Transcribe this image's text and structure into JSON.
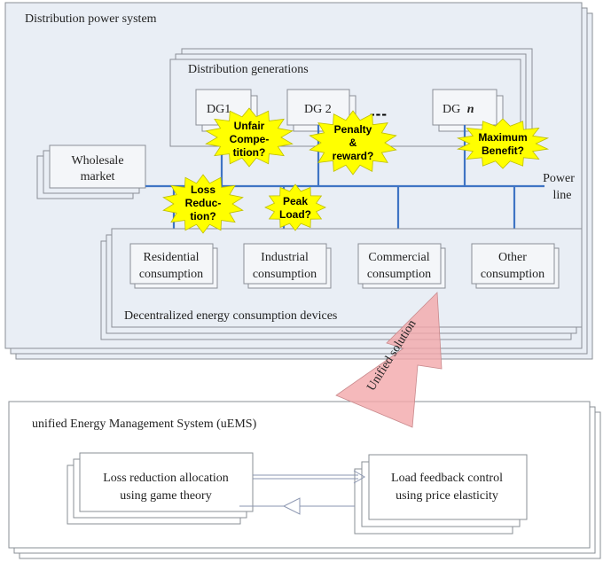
{
  "top_system": {
    "title": "Distribution power system"
  },
  "distribution_generations": {
    "title": "Distribution generations",
    "units": [
      "DG1",
      "DG 2",
      "DG"
    ],
    "last_unit_suffix": "n",
    "ellipsis": "---"
  },
  "wholesale_market": {
    "line1": "Wholesale",
    "line2": "market"
  },
  "power_line": {
    "line1": "Power",
    "line2": "line"
  },
  "consumption": {
    "title": "Decentralized energy consumption devices",
    "items": [
      {
        "line1": "Residential",
        "line2": "consumption"
      },
      {
        "line1": "Industrial",
        "line2": "consumption"
      },
      {
        "line1": "Commercial",
        "line2": "consumption"
      },
      {
        "line1": "Other",
        "line2": "consumption"
      }
    ]
  },
  "bursts": {
    "unfair": [
      "Unfair",
      "Compe-",
      "tition?"
    ],
    "penalty": [
      "Penalty",
      "&",
      "reward?"
    ],
    "maximum": [
      "Maximum",
      "Benefit?"
    ],
    "loss": [
      "Loss",
      "Reduc-",
      "tion?"
    ],
    "peak": [
      "Peak",
      "Load?"
    ]
  },
  "arrow": {
    "label": "Unified solution"
  },
  "uems": {
    "title": "unified Energy Management System (uEMS)",
    "loss_allocation": {
      "line1": "Loss reduction allocation",
      "line2": "using game theory"
    },
    "load_feedback": {
      "line1": "Load feedback control",
      "line2": "using price elasticity"
    }
  },
  "colors": {
    "panel_fill": "#e9eef5",
    "box_fill": "#ffffff",
    "frame_stroke": "#8a8f96",
    "power_line": "#3f74c4",
    "burst_fill": "#ffff00",
    "arrow_fill": "#f2a7aa"
  }
}
